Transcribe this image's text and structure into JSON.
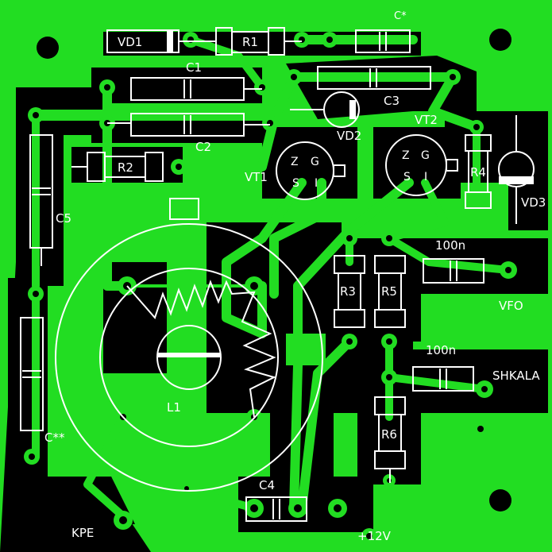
{
  "labels": {
    "vd1": "VD1",
    "r1": "R1",
    "c_star": "C*",
    "c1": "C1",
    "c2": "C2",
    "c3": "C3",
    "c4": "C4",
    "c5": "C5",
    "c_2star": "C**",
    "vd2": "VD2",
    "vd3": "VD3",
    "vt1": "VT1",
    "vt2": "VT2",
    "r2": "R2",
    "r3": "R3",
    "r4": "R4",
    "r5": "R5",
    "r6": "R6",
    "l1": "L1",
    "c_100n_a": "100n",
    "c_100n_b": "100n",
    "vfo": "VFO",
    "shkala": "SHKALA",
    "kpe": "KPE",
    "plus12v": "+12V"
  },
  "pins": {
    "z": "Z",
    "g": "G",
    "s": "S",
    "i": "I"
  },
  "colors": {
    "copper": "#22dd22",
    "substrate": "#000000",
    "silkscreen": "#ffffff"
  }
}
